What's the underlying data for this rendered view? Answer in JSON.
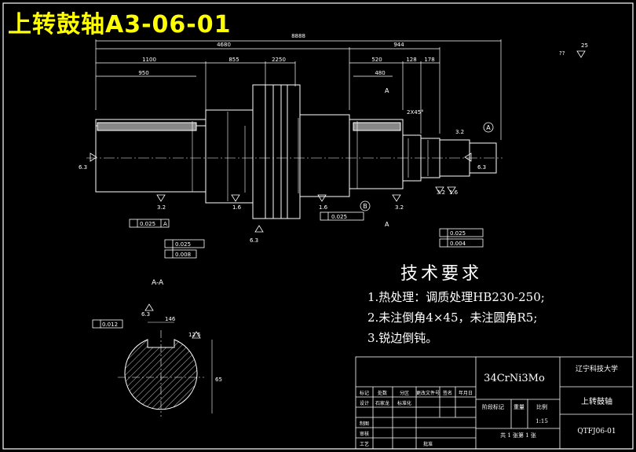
{
  "title": "上转鼓轴A3-06-01",
  "section_label": "A-A",
  "technical_requirements": {
    "heading": "技术要求",
    "items": [
      "1.热处理：调质处理HB230-250;",
      "2.未注倒角4×45，未注圆角R5;",
      "3.锐边倒钝。"
    ]
  },
  "title_block": {
    "material": "34CrNi3Mo",
    "school": "辽宁科技大学",
    "part_name": "上转鼓轴",
    "drawing_no": "QTFJ06-01",
    "scale": "1:15",
    "scale_label": "比例",
    "weight_label": "重量",
    "stage_label": "阶段标记",
    "sheet_text": "共 1 张第 1 张",
    "row_labels": [
      "标记",
      "设计",
      "制图",
      "审核",
      "工艺"
    ],
    "header_cells": [
      "标记",
      "处数",
      "分区",
      "更改文件号",
      "签名",
      "年月日"
    ],
    "design_names": [
      "石家龙",
      "标准化",
      "批准"
    ]
  },
  "dimensions": {
    "overall": "8888",
    "d4680": "4680",
    "d1100": "1100",
    "d950": "950",
    "d855": "855",
    "d2250": "2250",
    "d944": "944",
    "d520": "520",
    "d480": "480",
    "d128": "128",
    "d178": "178",
    "chamfer": "2X45°",
    "key_width": "146",
    "key_depth": "65",
    "flatness": "0.012",
    "d12_5": "12.5"
  },
  "tolerances": {
    "runout_1": "0.025",
    "runout_2": "0.025",
    "runout_3": "0.025",
    "runout_4": "0.025",
    "cyl_1": "0.008",
    "cyl_2": "0.004",
    "datum_a": "A",
    "datum_b": "B"
  },
  "roughness": {
    "r63": "6.3",
    "r32": "3.2",
    "r16": "1.6",
    "r25": "25",
    "other": "??"
  }
}
